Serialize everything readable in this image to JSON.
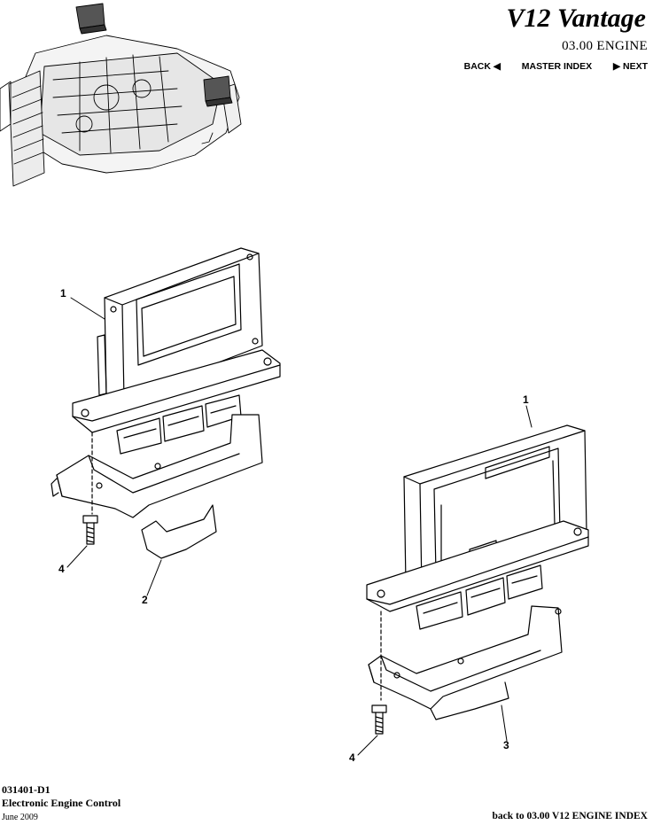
{
  "header": {
    "brand": "V12 Vantage",
    "section": "03.00 ENGINE",
    "nav": {
      "back": "BACK",
      "master": "MASTER INDEX",
      "next": "NEXT"
    }
  },
  "callouts": {
    "c1a": "1",
    "c1b": "1",
    "c2": "2",
    "c3": "3",
    "c4a": "4",
    "c4b": "4"
  },
  "footer": {
    "code": "031401-D1",
    "title": "Electronic Engine Control",
    "date": "June 2009",
    "back_index": "back to 03.00 V12 ENGINE INDEX"
  }
}
